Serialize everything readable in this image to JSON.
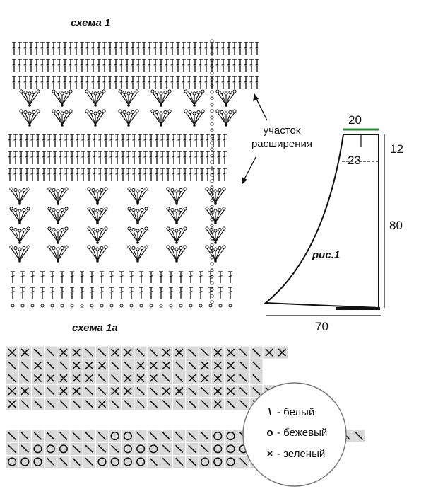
{
  "scheme1": {
    "title": "схема 1"
  },
  "scheme1a": {
    "title": "схема 1а",
    "grid_top": [
      "xx\\\\xx\\\\xx\\\\xx\\\\xx\\\\xx",
      "\\\\x\\\\xxx\\\\xxx\\\\xxx\\\\",
      "\\\\xxxxx\\\\xxx\\\\xxxx\\\\",
      "xx\\\\xx\\\\xx\\\\xx\\\\xx\\\\xx",
      "x\\\\\\\\\\\\x\\\\\\\\\\\\\\\\x\\\\\\\\\\\\x"
    ],
    "grid_bottom": [
      "\\\\\\\\\\\\\\\\oo\\\\\\\\\\\\oo\\\\\\\\\\\\oo\\\\",
      "\\\\ooo\\\\\\\\ooo\\\\\\\\ooo\\\\\\\\oo",
      "ooo\\\\\\\\oooo\\\\\\\\ooo\\\\\\\\ooo"
    ]
  },
  "annotation": {
    "line1": "участок",
    "line2": "расширения"
  },
  "figure": {
    "title": "рис.1",
    "dim_top": "20",
    "dim_inner": "23",
    "dim_right_top": "12",
    "dim_right": "80",
    "dim_bottom": "70"
  },
  "legend": {
    "items": [
      {
        "symbol": "\\",
        "label": "- белый"
      },
      {
        "symbol": "o",
        "label": "- бежевый"
      },
      {
        "symbol": "×",
        "label": "- зеленый"
      }
    ]
  },
  "colors": {
    "ink": "#111111",
    "grid_fill": "#d9d9d9",
    "green": "#2e8b3a"
  }
}
